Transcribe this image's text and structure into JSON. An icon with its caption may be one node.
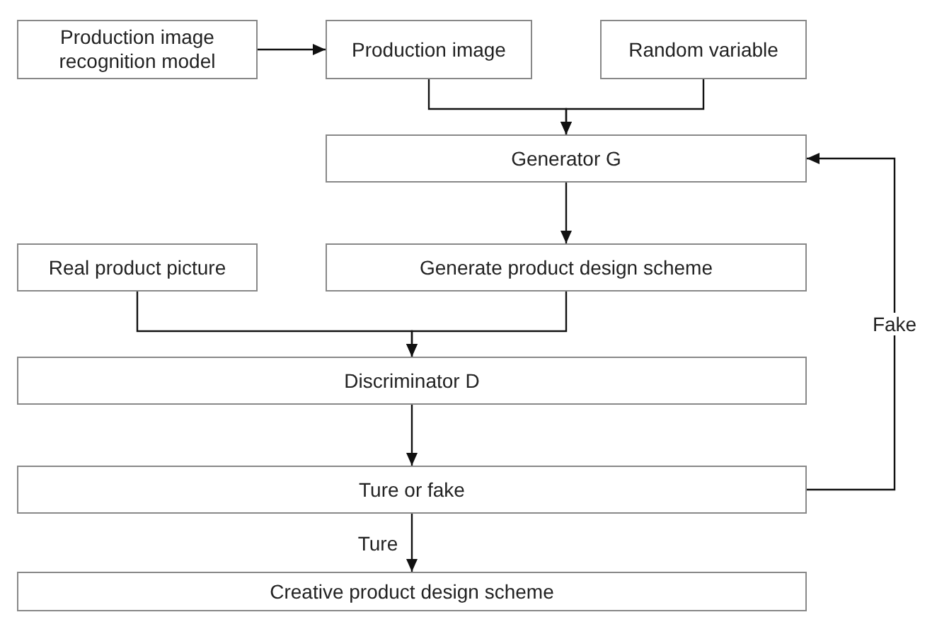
{
  "diagram": {
    "nodes": [
      {
        "text": [
          "Production image recognition model"
        ]
      },
      {
        "text": [
          "Production image"
        ]
      },
      {
        "text": [
          "Random variable"
        ]
      },
      {
        "text": [
          "Generator G"
        ]
      },
      {
        "text": [
          "Real product picture"
        ]
      },
      {
        "text": [
          "Generate product design scheme"
        ]
      },
      {
        "text": [
          "Discriminator D"
        ]
      },
      {
        "text": [
          "Ture or fake"
        ]
      },
      {
        "text": [
          "Creative product design scheme"
        ]
      }
    ],
    "edges": [
      {
        "from": 0,
        "to": 1,
        "arrow": "to"
      },
      {
        "from": 1,
        "to": 3,
        "arrow": "to"
      },
      {
        "from": 2,
        "to": 3,
        "arrow": "to"
      },
      {
        "from": 3,
        "to": 5,
        "arrow": "to"
      },
      {
        "from": 4,
        "to": 6,
        "arrow": "to"
      },
      {
        "from": 5,
        "to": 6,
        "arrow": "to"
      },
      {
        "from": 6,
        "to": 7,
        "arrow": "to"
      },
      {
        "from": 7,
        "to": 8,
        "arrow": "to",
        "label": "Ture"
      },
      {
        "from": 7,
        "to": 3,
        "arrow": "to",
        "label": "Fake"
      }
    ]
  }
}
